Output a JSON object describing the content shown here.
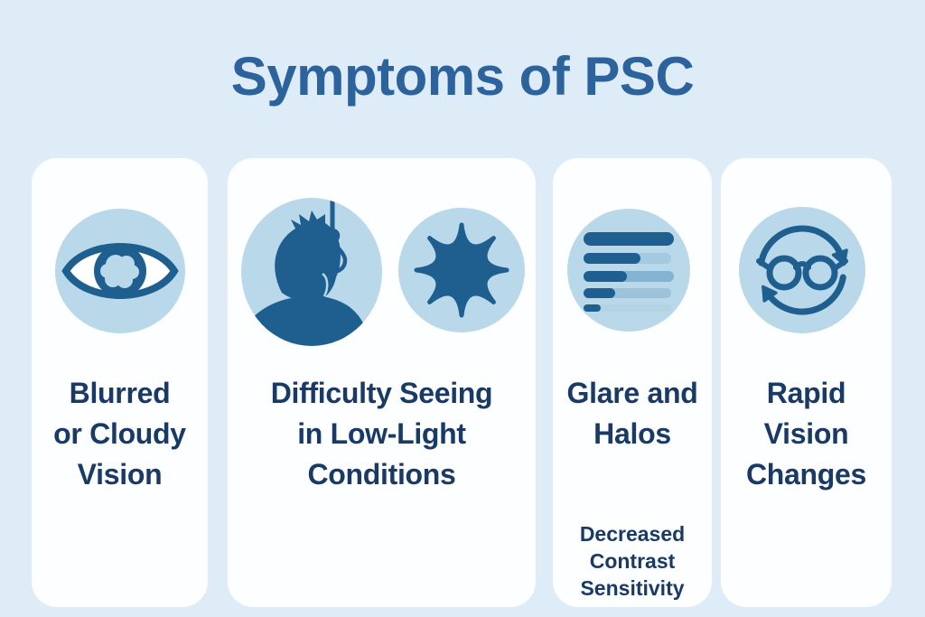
{
  "title": "Symptoms of PSC",
  "colors": {
    "page_bg": "#ddecf7",
    "card_bg": "#fdfeff",
    "icon_circle_bg": "#b9d8e9",
    "icon_dark": "#1f5f90",
    "title_blue": "#2d639c",
    "text_navy": "#1a3a66",
    "bar2_track": "#a5c9de",
    "bar3_track": "#84b2d1",
    "bar4_track": "#9dc3da",
    "bar5_track": "#b4d4e6"
  },
  "cards": [
    {
      "name": "blurred-or-cloudy-vision",
      "icon": "cloudy-eye-icon",
      "lines": [
        "Blurred",
        "or Cloudy",
        "Vision"
      ]
    },
    {
      "name": "difficulty-seeing-low-light",
      "icons": [
        "person-hanging-bulb-icon",
        "glare-burst-icon"
      ],
      "lines": [
        "Difficulty Seeing",
        "in Low-Light",
        "Conditions"
      ]
    },
    {
      "name": "glare-and-halos",
      "icon": "contrast-bars-icon",
      "lines": [
        "Glare and",
        "Halos"
      ],
      "sub_lines": [
        "Decreased",
        "Contrast",
        "Sensitivity"
      ]
    },
    {
      "name": "rapid-vision-changes",
      "icon": "glasses-refresh-icon",
      "lines": [
        "Rapid",
        "Vision",
        "Changes"
      ]
    }
  ]
}
